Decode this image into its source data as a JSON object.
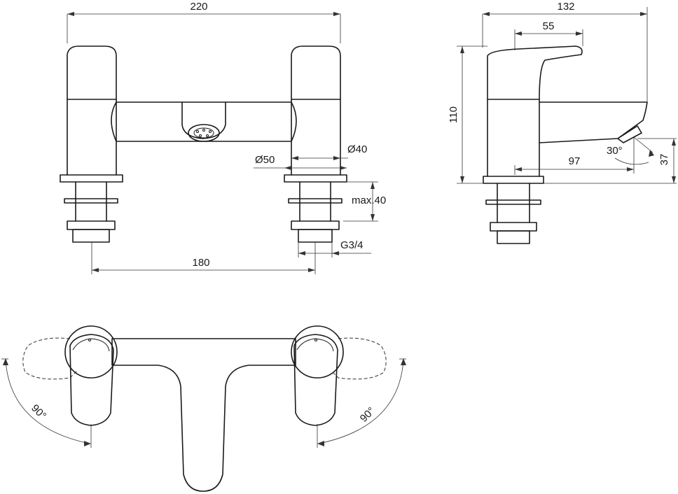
{
  "dimensions": {
    "overall_width": "220",
    "side_depth": "132",
    "handle_length": "55",
    "height": "110",
    "spout_reach": "97",
    "spout_height": "37",
    "spout_angle": "30°",
    "body_diameter": "Ø50",
    "shank_diameter": "Ø40",
    "max_deck_thickness": "max.40",
    "centres": "180",
    "thread": "G3/4",
    "handle_rotation_left": "90°",
    "handle_rotation_right": "90°"
  },
  "colors": {
    "line": "#1a1a1a",
    "background": "#ffffff"
  }
}
